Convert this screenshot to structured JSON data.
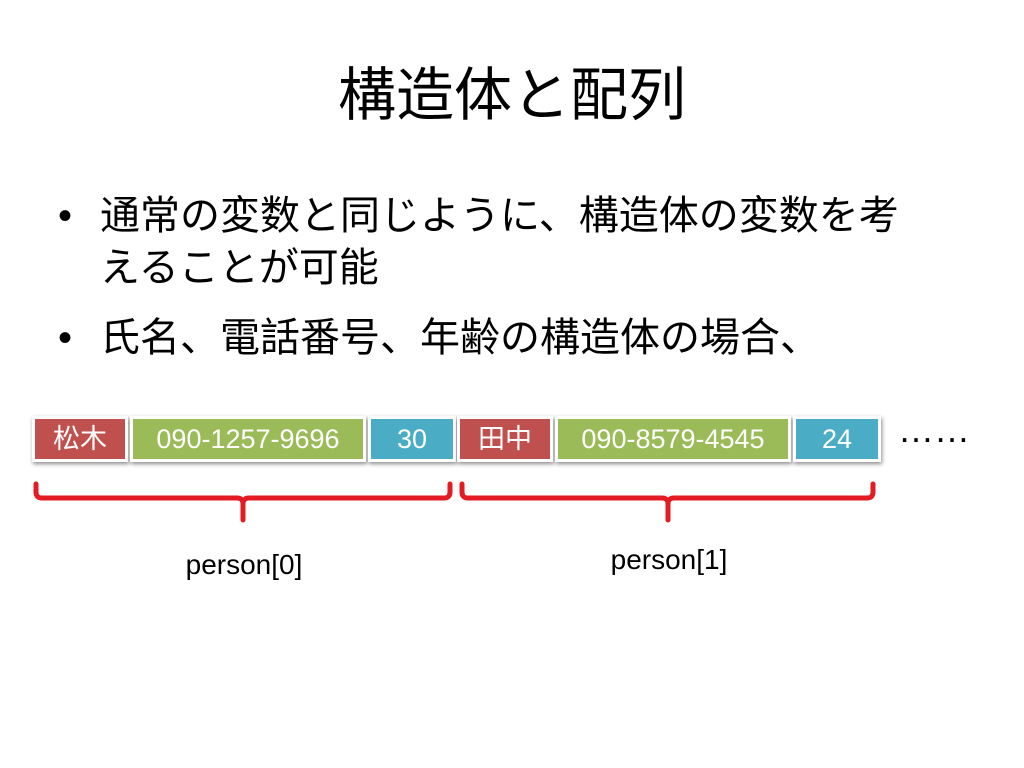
{
  "slide": {
    "title": "構造体と配列",
    "bullet_symbol": "•",
    "bullets": [
      "通常の変数と同じように、構造体の変数を考えることが可能",
      "氏名、電話番号、年齢の構造体の場合、"
    ]
  },
  "diagram": {
    "records": [
      {
        "name": "松木",
        "phone": "090-1257-9696",
        "age": "30",
        "label": "person[0]"
      },
      {
        "name": "田中",
        "phone": "090-8579-4545",
        "age": "24",
        "label": "person[1]"
      }
    ],
    "ellipsis": "……"
  },
  "colors": {
    "name_field": "#c0504d",
    "phone_field": "#9bbb59",
    "age_field": "#4bacc6",
    "bracket": "#e31b23"
  }
}
